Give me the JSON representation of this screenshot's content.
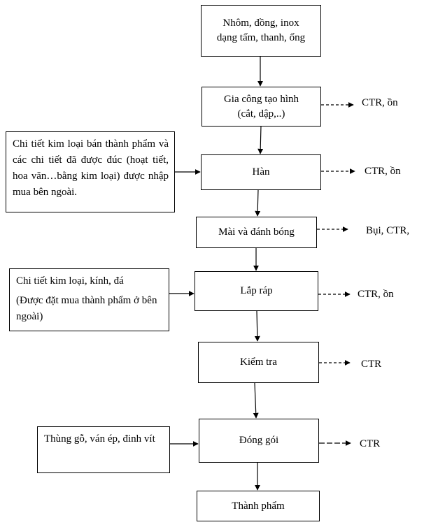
{
  "process_steps": {
    "raw_material": "Nhôm, đồng, inox\ndạng tấm, thanh, ống",
    "forming": "Gia công tạo hình\n(cắt, dập,..)",
    "welding": "Hàn",
    "grinding_polishing": "Mài và đánh bóng",
    "assembly": "Lắp ráp",
    "inspection": "Kiểm tra",
    "packaging": "Đóng gói",
    "finished_product": "Thành phẩm"
  },
  "inputs": {
    "welding_input": "Chi tiết kim loại bán thành phẩm và các chi tiết đã được đúc (hoạt tiết, hoa văn…bằng kim loại) được nhập mua bên ngoài.",
    "assembly_input_line1": "Chi tiết kim loại, kính, đá",
    "assembly_input_line2": "(Được đặt mua thành phẩm ở bên ngoài)",
    "packaging_input": "Thùng gỗ, ván ép, đinh vít"
  },
  "outputs": {
    "forming_output": "CTR, ồn",
    "welding_output": "CTR, ồn",
    "grinding_output": "Bụi, CTR,",
    "assembly_output": "CTR, ồn",
    "inspection_output": "CTR",
    "packaging_output": "CTR"
  }
}
